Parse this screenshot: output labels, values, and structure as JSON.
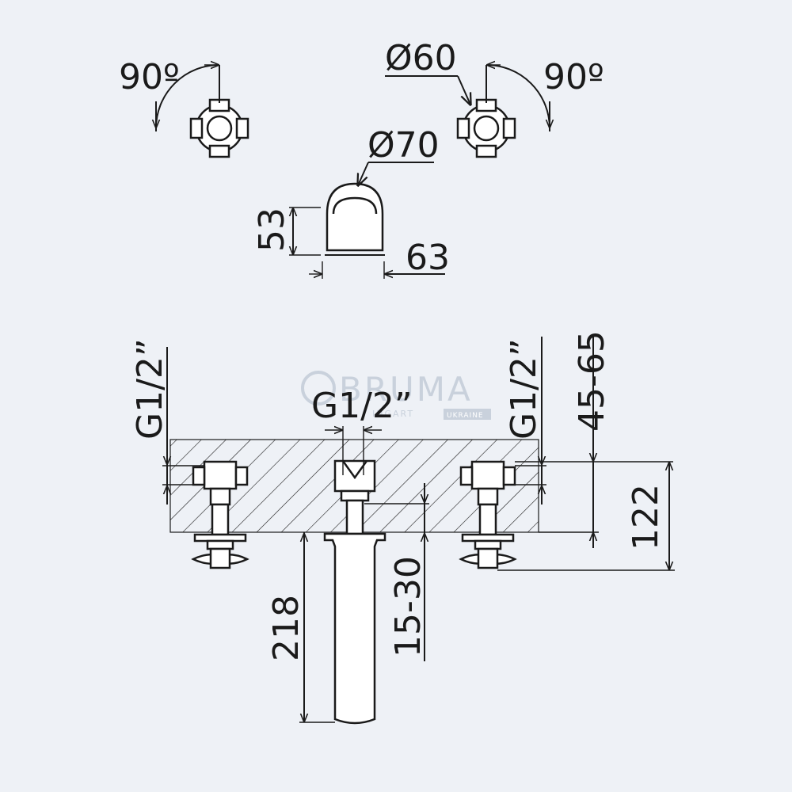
{
  "dimensions": {
    "rotation_left": "90º",
    "rotation_right": "90º",
    "handle_diameter": "Ø60",
    "spout_diameter": "Ø70",
    "spout_height": "53",
    "spout_width": "63",
    "inlet_left": "G1/2”",
    "inlet_center": "G1/2”",
    "inlet_right": "G1/2”",
    "wall_depth": "45-65",
    "valve_height": "122",
    "spout_depth": "15-30",
    "spout_length": "218"
  },
  "watermark": {
    "brand": "BRUMA",
    "sub": "INGART",
    "tag": "UKRAINE"
  },
  "colors": {
    "background": "#eef1f6",
    "line": "#1a1a1a",
    "watermark": "#c9d1dc"
  }
}
